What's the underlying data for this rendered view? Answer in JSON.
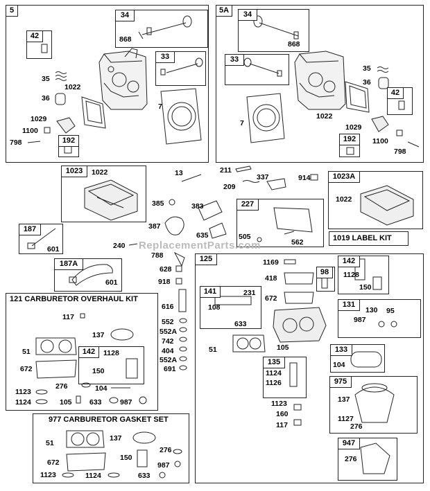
{
  "watermark": "ReplacementParts.com",
  "boxes": {
    "b5": "5",
    "b5a": "5A",
    "b34a": "34",
    "b34b": "34",
    "b33a": "33",
    "b33b": "33",
    "b42a": "42",
    "b42b": "42",
    "b192a": "192",
    "b192b": "192",
    "b1023": "1023",
    "b1023a": "1023A",
    "b227": "227",
    "b187": "187",
    "b187a": "187A",
    "b125": "125",
    "b141": "141",
    "b98": "98",
    "b142a": "142",
    "b142b": "142",
    "b131": "131",
    "b133": "133",
    "b135": "135",
    "b975": "975",
    "b947": "947"
  },
  "titles": {
    "label_kit": "1019 LABEL KIT",
    "carb_kit": "121 CARBURETOR OVERHAUL KIT",
    "gasket_set": "977 CARBURETOR GASKET SET"
  },
  "labels": [
    "868",
    "35",
    "36",
    "1022",
    "7",
    "1029",
    "1100",
    "798",
    "868",
    "35",
    "36",
    "1022",
    "7",
    "1029",
    "1100",
    "798",
    "1022",
    "13",
    "211",
    "209",
    "337",
    "914",
    "1022",
    "385",
    "383",
    "387",
    "635",
    "505",
    "562",
    "601",
    "601",
    "240",
    "788",
    "628",
    "918",
    "616",
    "552",
    "552A",
    "742",
    "404",
    "552A",
    "691",
    "117",
    "137",
    "51",
    "672",
    "1128",
    "150",
    "1123",
    "276",
    "104",
    "1124",
    "105",
    "633",
    "987",
    "51",
    "137",
    "276",
    "672",
    "150",
    "987",
    "1123",
    "1124",
    "633",
    "1169",
    "418",
    "672",
    "108",
    "231",
    "633",
    "51",
    "105",
    "1128",
    "150",
    "130",
    "95",
    "987",
    "104",
    "1124",
    "1126",
    "1123",
    "160",
    "117",
    "137",
    "1127",
    "276",
    "276"
  ]
}
